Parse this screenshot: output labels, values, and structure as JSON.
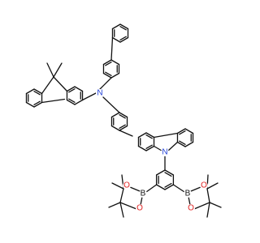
{
  "diagram": {
    "atoms": {
      "amine_n": "N",
      "carbazole_n": "N",
      "boron_left": "B",
      "boron_right": "B",
      "oxygen_1": "O",
      "oxygen_2": "O",
      "oxygen_3": "O",
      "oxygen_4": "O"
    },
    "colors": {
      "bond": "#111111",
      "nitrogen": "#1f3fd6",
      "boron": "#111111",
      "oxygen": "#e02020"
    }
  }
}
